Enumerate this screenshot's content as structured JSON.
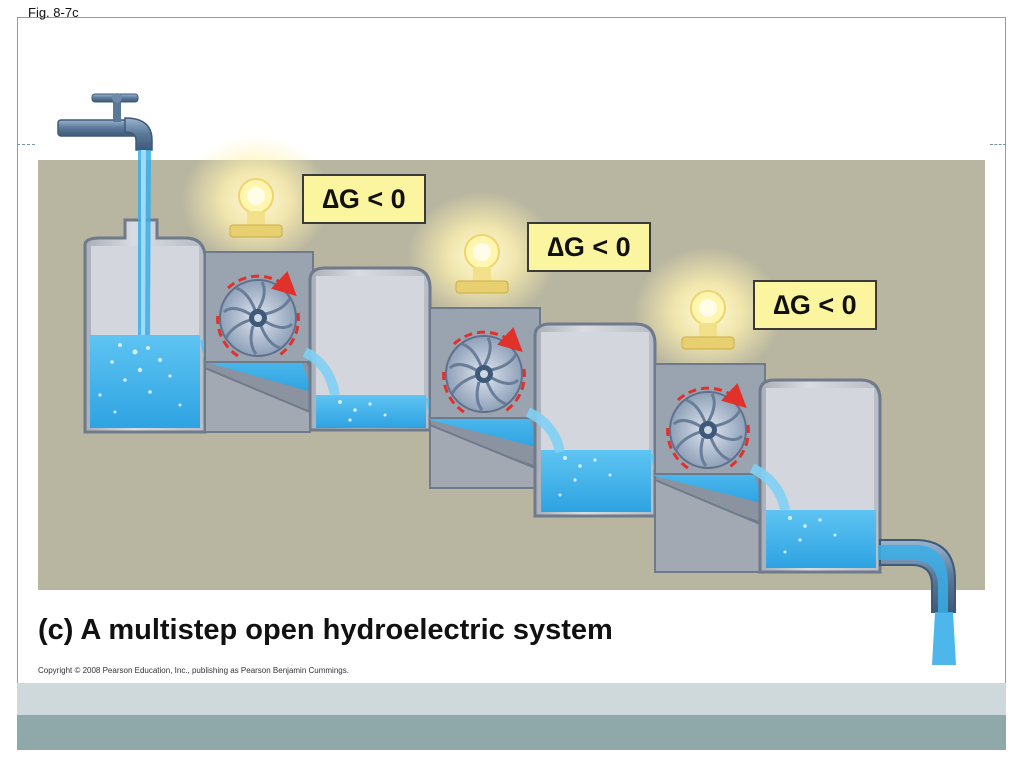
{
  "figure_label": "Fig. 8-7c",
  "energy_labels": [
    "∆G < 0",
    "∆G < 0",
    "∆G < 0"
  ],
  "caption": "(c) A multistep open hydroelectric system",
  "copyright": "Copyright © 2008 Pearson Education, Inc., publishing as Pearson Benjamin Cummings.",
  "colors": {
    "background_panel": "#b8b5a0",
    "water": "#3aaee8",
    "water_light": "#7fd0f5",
    "tank": "#c9ccd2",
    "tank_outline": "#6f7a8a",
    "label_fill": "#fbf5a0",
    "arrow_red": "#e0322a",
    "bulb": "#fff6b0"
  },
  "icons": [
    "faucet-icon",
    "turbine-icon",
    "light-bulb-icon",
    "drain-pipe-icon"
  ]
}
